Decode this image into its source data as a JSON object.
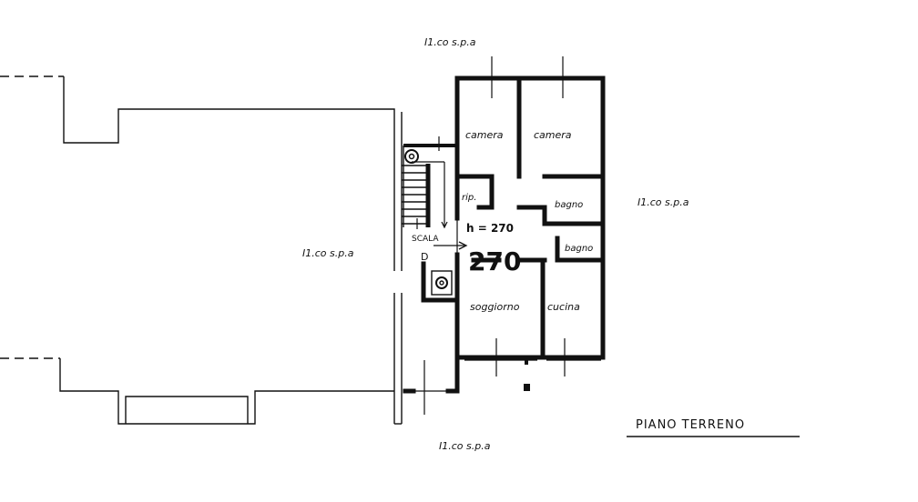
{
  "neighbors": {
    "top": "I1.co s.p.a",
    "right": "I1.co s.p.a",
    "left": "I1.co s.p.a",
    "bottom": "I1.co s.p.a"
  },
  "rooms": {
    "camera_left": "camera",
    "camera_right": "camera",
    "ripostiglio": "rip.",
    "bagno_upper": "bagno",
    "bagno_lower": "bagno",
    "soggiorno": "soggiorno",
    "cucina": "cucina"
  },
  "stair": {
    "label": "SCALA",
    "letter": "D"
  },
  "height_note": "h = 270",
  "height_big": "270",
  "title": "PIANO TERRENO"
}
